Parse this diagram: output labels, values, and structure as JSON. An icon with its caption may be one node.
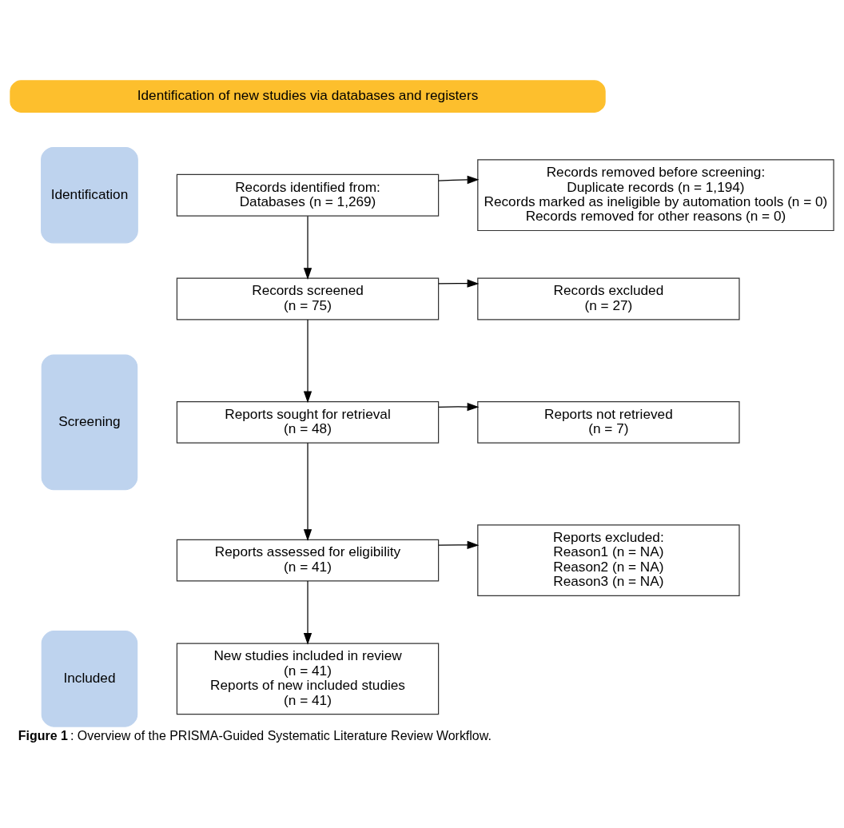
{
  "diagram": {
    "caption": "**Figure 1**: Overview of the PRISMA-Guided Systematic Literature Review Workflow.",
    "nodes": [
      {
        "text": [
          "Identification of new studies via databases and registers"
        ]
      },
      {
        "text": [
          "Identification"
        ]
      },
      {
        "text": [
          "Records identified from:",
          "Databases (n = 1,269)"
        ]
      },
      {
        "text": [
          "Records removed before screening:",
          "Duplicate records (n = 1,194)",
          "Records marked as ineligible by automation tools (n = 0)",
          "Records removed for other reasons (n = 0)"
        ]
      },
      {
        "text": [
          "Screening"
        ]
      },
      {
        "text": [
          "Records screened",
          "(n = 75)"
        ]
      },
      {
        "text": [
          "Records excluded",
          "(n = 27)"
        ]
      },
      {
        "text": [
          "Reports sought for retrieval",
          "(n = 48)"
        ]
      },
      {
        "text": [
          "Reports not retrieved",
          "(n = 7)"
        ]
      },
      {
        "text": [
          "Reports assessed for eligibility",
          "(n = 41)"
        ]
      },
      {
        "text": [
          "Reports excluded:",
          "Reason1 (n = NA)",
          "Reason2 (n = NA)",
          "Reason3 (n = NA)"
        ]
      },
      {
        "text": [
          "Included"
        ]
      },
      {
        "text": [
          "New studies included in review",
          "(n = 41)",
          "Reports of new included studies",
          "(n = 41)"
        ]
      }
    ],
    "edges": [
      {
        "from": 2,
        "to": 3,
        "arrow": "to"
      },
      {
        "from": 2,
        "to": 5,
        "arrow": "to"
      },
      {
        "from": 5,
        "to": 6,
        "arrow": "to"
      },
      {
        "from": 5,
        "to": 7,
        "arrow": "to"
      },
      {
        "from": 7,
        "to": 8,
        "arrow": "to"
      },
      {
        "from": 7,
        "to": 9,
        "arrow": "to"
      },
      {
        "from": 9,
        "to": 10,
        "arrow": "to"
      },
      {
        "from": 9,
        "to": 12,
        "arrow": "to"
      }
    ]
  }
}
